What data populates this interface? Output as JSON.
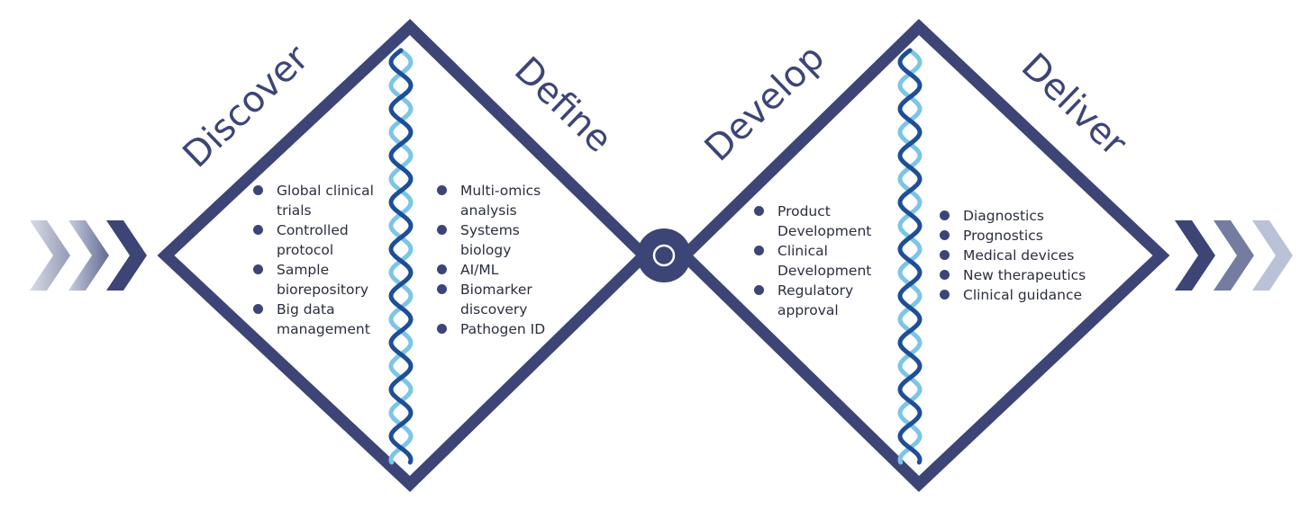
{
  "phases": {
    "discover": {
      "title": "Discover",
      "items": [
        "Global clinical trials",
        "Controlled protocol",
        "Sample biorepository",
        "Big data management"
      ]
    },
    "define": {
      "title": "Define",
      "items": [
        "Multi-omics analysis",
        "Systems biology",
        "AI/ML",
        "Biomarker discovery",
        "Pathogen ID"
      ]
    },
    "develop": {
      "title": "Develop",
      "items": [
        "Product Development",
        "Clinical Development",
        "Regulatory approval"
      ]
    },
    "deliver": {
      "title": "Deliver",
      "items": [
        "Diagnostics",
        "Prognostics",
        "Medical devices",
        "New therapeutics",
        "Clinical guidance"
      ]
    }
  },
  "colors": {
    "frame": "#3d4577",
    "helix_light": "#7cc5e6",
    "helix_dark": "#1e4f96"
  },
  "icons": [
    "chevron-right-icon",
    "dna-helix-icon",
    "circle-node-icon"
  ]
}
